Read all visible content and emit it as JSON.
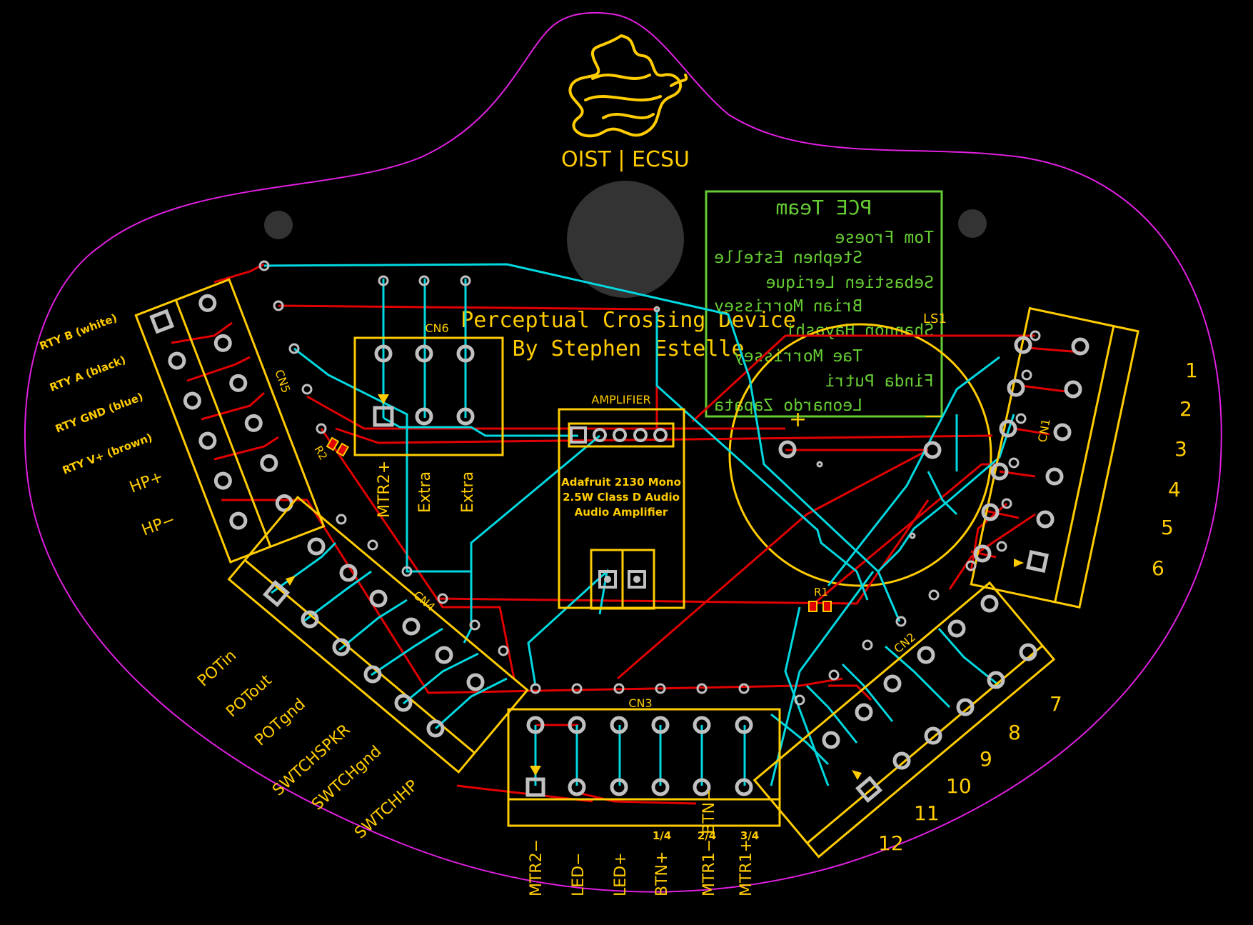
{
  "logo": {
    "org_text": "OIST | ECSU"
  },
  "title": {
    "line1": "Perceptual Crossing Device",
    "line2": "By Stephen Estelle"
  },
  "team_box": {
    "heading": "PCE Team",
    "members": [
      "Tom Froese",
      "Stephen Estelle",
      "Sebastien Lerique",
      "Brian Morrissey",
      "Shannon Hayashi",
      "Tae Morrissey",
      "Finda Putri",
      "Leonardo Zapata"
    ]
  },
  "speaker": {
    "ref": "LS1",
    "plus": "+",
    "minus": "—"
  },
  "amplifier": {
    "ref": "AMPLIFIER",
    "desc1": "Adafruit 2130 Mono",
    "desc2": "2.5W Class D Audio",
    "desc3": "Audio Amplifier"
  },
  "cn6": {
    "ref": "CN6",
    "labels": [
      "MTR2+",
      "Extra",
      "Extra"
    ]
  },
  "cn5": {
    "ref": "CN5",
    "labels": [
      "RTY B (white)",
      "RTY A (black)",
      "RTY GND (blue)",
      "RTY V+ (brown)",
      "HP+",
      "HP−"
    ]
  },
  "cn4": {
    "ref": "CN4",
    "labels": [
      "POTin",
      "POTout",
      "POTgnd",
      "SWTCHSPKR",
      "SWTCHgnd",
      "SWTCHHP"
    ]
  },
  "cn3": {
    "ref": "CN3",
    "labels": [
      "MTR2−",
      "LED−",
      "LED+",
      "BTN+",
      "MTR1− BTN−",
      "MTR1+"
    ],
    "top_labels": [
      "1/4",
      "2/4",
      "3/4"
    ]
  },
  "cn2": {
    "ref": "CN2",
    "numbers": [
      "7",
      "8",
      "9",
      "10",
      "11",
      "12"
    ]
  },
  "cn1": {
    "ref": "CN1",
    "numbers": [
      "1",
      "2",
      "3",
      "4",
      "5",
      "6"
    ]
  },
  "resistors": {
    "r1": "R1",
    "r2": "R2"
  },
  "colors": {
    "outline": "#e020e0",
    "silkscreen": "#ffcc00",
    "trace_front": "#e00000",
    "trace_back": "#00d8e0",
    "pad": "#c0c0c0",
    "team_box": "#66cc33",
    "hole": "#333333"
  }
}
